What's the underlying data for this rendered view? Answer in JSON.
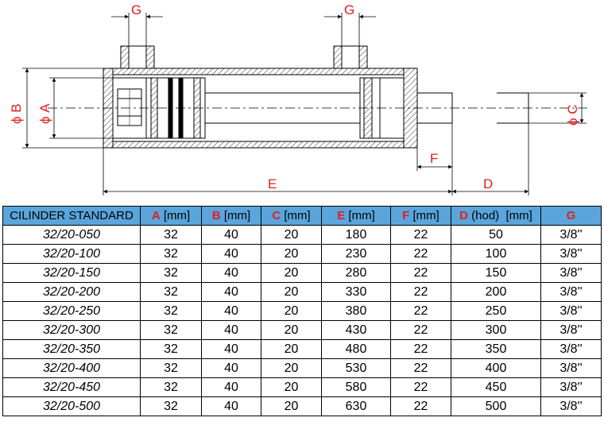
{
  "drawing": {
    "labels": {
      "g_left": "G",
      "g_right": "G",
      "b": "ϕ B",
      "a": "ϕ A",
      "c": "ϕ C",
      "e": "E",
      "f": "F",
      "d": "D"
    },
    "colors": {
      "line": "#000000",
      "label": "#e41d1d"
    }
  },
  "table": {
    "header": [
      {
        "letter": "",
        "text": "CILINDER STANDARD"
      },
      {
        "letter": "A",
        "text": " [mm]"
      },
      {
        "letter": "B",
        "text": " [mm]"
      },
      {
        "letter": "C",
        "text": " [mm]"
      },
      {
        "letter": "E",
        "text": " [mm]"
      },
      {
        "letter": "F",
        "text": " [mm]"
      },
      {
        "letter": "D",
        "text": " (hod)  [mm]"
      },
      {
        "letter": "G",
        "text": ""
      }
    ],
    "rows": [
      [
        "32/20-050",
        "32",
        "40",
        "20",
        "180",
        "22",
        "50",
        "3/8''"
      ],
      [
        "32/20-100",
        "32",
        "40",
        "20",
        "230",
        "22",
        "100",
        "3/8''"
      ],
      [
        "32/20-150",
        "32",
        "40",
        "20",
        "280",
        "22",
        "150",
        "3/8''"
      ],
      [
        "32/20-200",
        "32",
        "40",
        "20",
        "330",
        "22",
        "200",
        "3/8''"
      ],
      [
        "32/20-250",
        "32",
        "40",
        "20",
        "380",
        "22",
        "250",
        "3/8''"
      ],
      [
        "32/20-300",
        "32",
        "40",
        "20",
        "430",
        "22",
        "300",
        "3/8''"
      ],
      [
        "32/20-350",
        "32",
        "40",
        "20",
        "480",
        "22",
        "350",
        "3/8''"
      ],
      [
        "32/20-400",
        "32",
        "40",
        "20",
        "530",
        "22",
        "400",
        "3/8''"
      ],
      [
        "32/20-450",
        "32",
        "40",
        "20",
        "580",
        "22",
        "450",
        "3/8''"
      ],
      [
        "32/20-500",
        "32",
        "40",
        "20",
        "630",
        "22",
        "500",
        "3/8''"
      ]
    ],
    "colors": {
      "header_bg": "#5aa5dc",
      "letter": "#e41d1d"
    }
  }
}
